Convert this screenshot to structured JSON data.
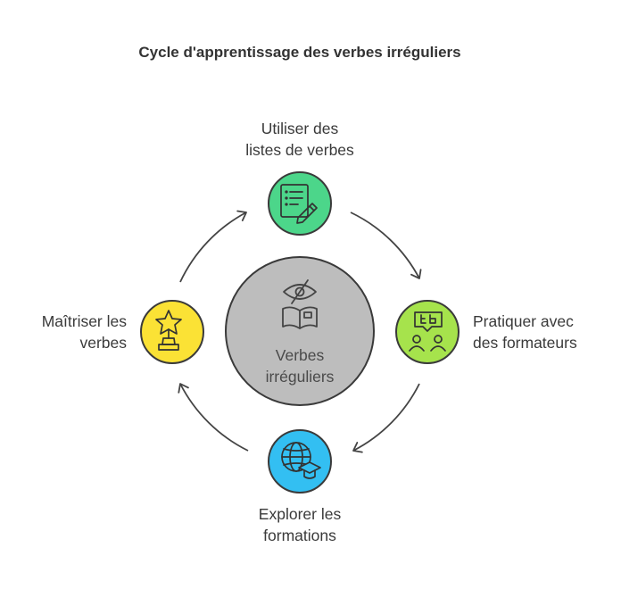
{
  "title": "Cycle d'apprentissage des verbes irréguliers",
  "center": {
    "line1": "Verbes",
    "line2": "irréguliers",
    "icon": "eye-slash-book-icon",
    "color": "#bdbdbd"
  },
  "nodes": [
    {
      "id": "top",
      "line1": "Utiliser des",
      "line2": "listes de verbes",
      "icon": "list-pen-icon",
      "color": "#4cd68a"
    },
    {
      "id": "right",
      "line1": "Pratiquer avec",
      "line2": "des formateurs",
      "icon": "people-chat-icon",
      "color": "#a6e34c"
    },
    {
      "id": "bottom",
      "line1": "Explorer les",
      "line2": "formations",
      "icon": "globe-graduation-icon",
      "color": "#33bff2"
    },
    {
      "id": "left",
      "line1": "Maîtriser les",
      "line2": "verbes",
      "icon": "trophy-icon",
      "color": "#fbe235"
    }
  ]
}
